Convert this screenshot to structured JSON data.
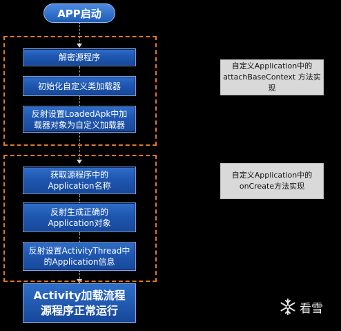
{
  "start": {
    "label": "APP启动"
  },
  "group1": {
    "steps": [
      "解密源程序",
      "初始化自定义类加载器",
      "反射设置LoadedApk中加",
      "载器对象为自定义加载器"
    ]
  },
  "group2": {
    "steps": [
      "获取源程序中的",
      "Application名称",
      "反射生成正确的",
      "Application对象",
      "反射设置ActivityThread中",
      "的Application信息"
    ]
  },
  "final": {
    "line1": "Activity加载流程",
    "line2": "源程序正常运行"
  },
  "note1": {
    "line1": "自定义Application中的",
    "line2": "attachBaseContext 方法实现"
  },
  "note2": {
    "line1": "自定义Application中的",
    "line2": "onCreate方法实现"
  },
  "logo": {
    "text": "看雪",
    "icon": "snowflake-icon"
  },
  "colors": {
    "box": "#1f57b0",
    "dash": "#e07a20",
    "note_bg": "#d9d9d9",
    "background": "#000000"
  }
}
